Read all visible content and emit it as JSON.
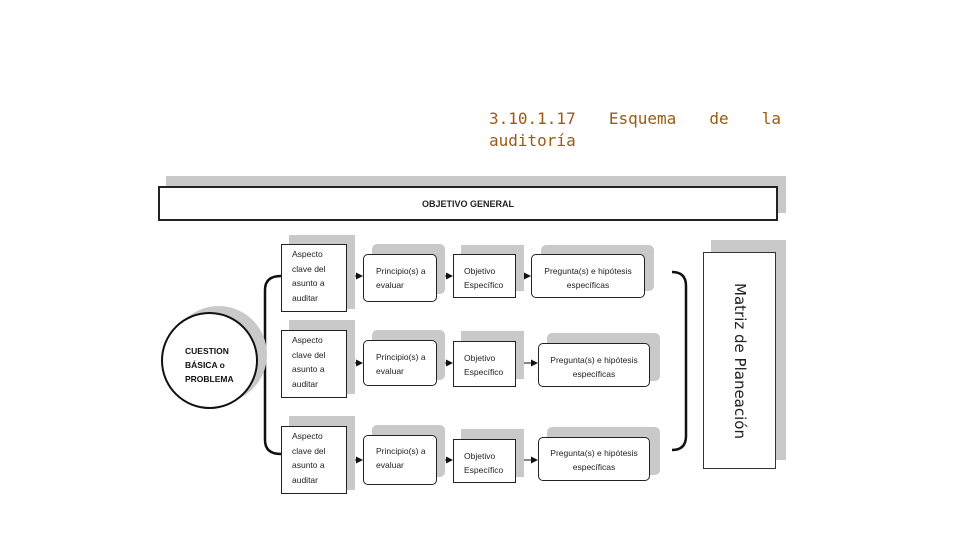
{
  "title": {
    "line1_parts": [
      "3.10.1.17",
      "Esquema",
      "de",
      "la"
    ],
    "line2": "auditoría"
  },
  "diagram": {
    "objetivo_general": "OBJETIVO GENERAL",
    "cuestion": [
      "CUESTION",
      "BÁSICA o",
      "PROBLEMA"
    ],
    "matriz": "Matriz de Planeación",
    "rows": [
      {
        "aspecto": [
          "Aspecto",
          "clave del",
          "asunto a",
          "auditar"
        ],
        "principio": [
          "Principio(s) a",
          "evaluar"
        ],
        "objetivo": [
          "Objetivo",
          "Específico"
        ],
        "pregunta": [
          "Pregunta(s) e hipótesis",
          "específicas"
        ]
      },
      {
        "aspecto": [
          "Aspecto",
          "clave del",
          "asunto a",
          "auditar"
        ],
        "principio": [
          "Principio(s) a",
          "evaluar"
        ],
        "objetivo": [
          "Objetivo",
          "Específico"
        ],
        "pregunta": [
          "Pregunta(s) e hipótesis",
          "específicas"
        ]
      },
      {
        "aspecto": [
          "Aspecto",
          "clave del",
          "asunto a",
          "auditar"
        ],
        "principio": [
          "Principio(s) a",
          "evaluar"
        ],
        "objetivo": [
          "Objetivo",
          "Específico"
        ],
        "pregunta": [
          "Pregunta(s) e hipótesis",
          "específicas"
        ]
      }
    ]
  }
}
